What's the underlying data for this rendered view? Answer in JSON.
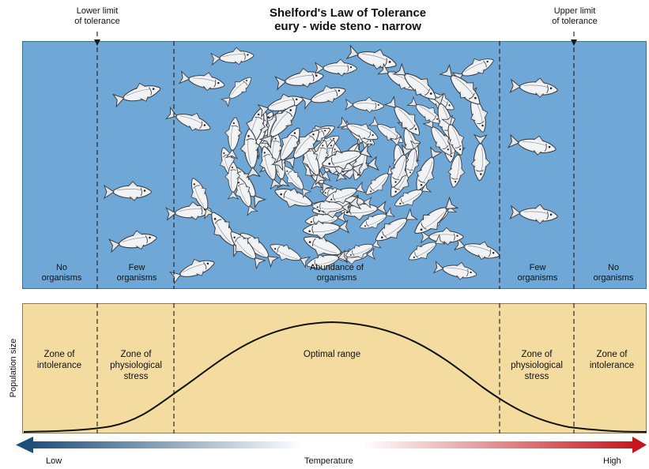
{
  "title": {
    "line1": "Shelford's Law of Tolerance",
    "line2": "eury - wide  steno - narrow"
  },
  "limits": {
    "lower_line1": "Lower limit",
    "lower_line2": "of tolerance",
    "upper_line1": "Upper limit",
    "upper_line2": "of tolerance"
  },
  "water_labels": {
    "left_none_1": "No",
    "left_none_2": "organisms",
    "left_few_1": "Few",
    "left_few_2": "organisms",
    "center_1": "Abundance of",
    "center_2": "organisms",
    "right_few_1": "Few",
    "right_few_2": "organisms",
    "right_none_1": "No",
    "right_none_2": "organisms"
  },
  "zones": {
    "left_intolerance_1": "Zone of",
    "left_intolerance_2": "intolerance",
    "left_stress_1": "Zone of",
    "left_stress_2": "physiological",
    "left_stress_3": "stress",
    "optimal": "Optimal range",
    "right_stress_1": "Zone of",
    "right_stress_2": "physiological",
    "right_stress_3": "stress",
    "right_intolerance_1": "Zone of",
    "right_intolerance_2": "intolerance"
  },
  "axis": {
    "y_label": "Population size",
    "x_label": "Temperature",
    "low": "Low",
    "high": "High"
  },
  "colors": {
    "water": "#6fa8d6",
    "curve_panel": "#f4dba0",
    "fish_body": "#f1f3f5",
    "fish_outline": "#3a3f45",
    "gradient_low": "#1e4f7a",
    "gradient_high": "#c4161c"
  }
}
